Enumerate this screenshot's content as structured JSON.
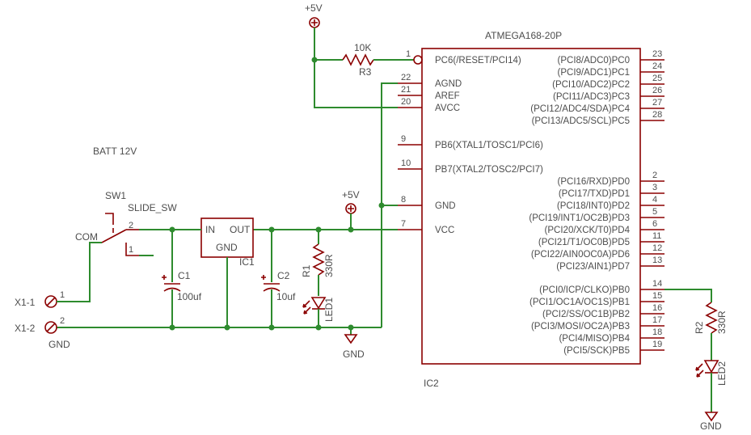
{
  "title": "",
  "ic2": {
    "part": "ATMEGA168-20P",
    "ref": "IC2",
    "left_pins": [
      {
        "num": "1",
        "name": "PC6(/RESET/PCI14)"
      },
      {
        "num": "22",
        "name": "AGND"
      },
      {
        "num": "21",
        "name": "AREF"
      },
      {
        "num": "20",
        "name": "AVCC"
      },
      {
        "num": "9",
        "name": "PB6(XTAL1/TOSC1/PCI6)"
      },
      {
        "num": "10",
        "name": "PB7(XTAL2/TOSC2/PCI7)"
      },
      {
        "num": "8",
        "name": "GND"
      },
      {
        "num": "7",
        "name": "VCC"
      }
    ],
    "right_pins": [
      {
        "num": "23",
        "name": "(PCI8/ADC0)PC0"
      },
      {
        "num": "24",
        "name": "(PCI9/ADC1)PC1"
      },
      {
        "num": "25",
        "name": "(PCI10/ADC2)PC2"
      },
      {
        "num": "26",
        "name": "(PCI11/ADC3)PC3"
      },
      {
        "num": "27",
        "name": "(PCI12/ADC4/SDA)PC4"
      },
      {
        "num": "28",
        "name": "(PCI13/ADC5/SCL)PC5"
      },
      {
        "num": "2",
        "name": "(PCI16/RXD)PD0"
      },
      {
        "num": "3",
        "name": "(PCI17/TXD)PD1"
      },
      {
        "num": "4",
        "name": "(PCI18/INT0)PD2"
      },
      {
        "num": "5",
        "name": "(PCI19/INT1/OC2B)PD3"
      },
      {
        "num": "6",
        "name": "(PCI20/XCK/T0)PD4"
      },
      {
        "num": "11",
        "name": "(PCI21/T1/OC0B)PD5"
      },
      {
        "num": "12",
        "name": "(PCI22/AIN0OC0A)PD6"
      },
      {
        "num": "13",
        "name": "(PCI23/AIN1)PD7"
      },
      {
        "num": "14",
        "name": "(PCI0/ICP/CLKO)PB0"
      },
      {
        "num": "15",
        "name": "(PCI1/OC1A/OC1S)PB1"
      },
      {
        "num": "16",
        "name": "(PCI2/SS/OC1B)PB2"
      },
      {
        "num": "17",
        "name": "(PCI3/MOSI/OC2A)PB3"
      },
      {
        "num": "18",
        "name": "(PCI4/MISO)PB4"
      },
      {
        "num": "19",
        "name": "(PCI5/SCK)PB5"
      }
    ]
  },
  "labels": {
    "vcc_top": "+5V",
    "vcc_mid": "+5V",
    "gnd_mid": "GND",
    "gnd_right": "GND",
    "gnd_terminal": "GND",
    "r3_ref": "R3",
    "r3_value": "10K",
    "r1_ref": "R1",
    "r1_value": "330R",
    "r2_ref": "R2",
    "r2_value": "330R",
    "led1": "LED1",
    "led2": "LED2",
    "c1_ref": "C1",
    "c1_value": "100uf",
    "c2_ref": "C2",
    "c2_value": "10uf",
    "ic1_ref": "IC1",
    "ic1_in": "IN",
    "ic1_out": "OUT",
    "ic1_gnd": "GND",
    "batt": "BATT 12V",
    "sw1_ref": "SW1",
    "sw1_value": "SLIDE_SW",
    "sw_com": "COM",
    "sw_pin1": "1",
    "sw_pin2": "2",
    "x1_1": "X1-1",
    "x1_2": "X1-2",
    "x1_pin1": "1",
    "x1_pin2": "2",
    "r3_pin1": "1"
  }
}
